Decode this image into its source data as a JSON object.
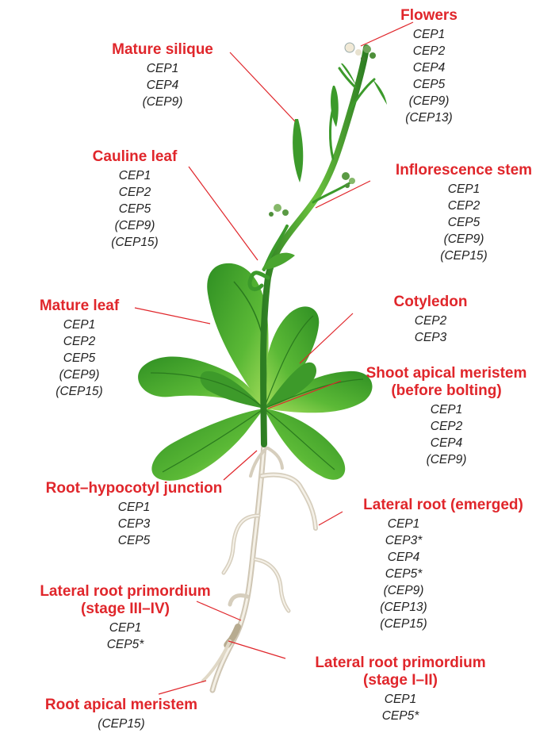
{
  "labels": {
    "flowers": {
      "title": [
        "Flowers"
      ],
      "genes": [
        "CEP1",
        "CEP2",
        "CEP4",
        "CEP5",
        "(CEP9)",
        "(CEP13)"
      ]
    },
    "mature_silique": {
      "title": [
        "Mature silique"
      ],
      "genes": [
        "CEP1",
        "CEP4",
        "(CEP9)"
      ]
    },
    "cauline_leaf": {
      "title": [
        "Cauline leaf"
      ],
      "genes": [
        "CEP1",
        "CEP2",
        "CEP5",
        "(CEP9)",
        "(CEP15)"
      ]
    },
    "inflorescence_stem": {
      "title": [
        "Inflorescence stem"
      ],
      "genes": [
        "CEP1",
        "CEP2",
        "CEP5",
        "(CEP9)",
        "(CEP15)"
      ]
    },
    "mature_leaf": {
      "title": [
        "Mature leaf"
      ],
      "genes": [
        "CEP1",
        "CEP2",
        "CEP5",
        "(CEP9)",
        "(CEP15)"
      ]
    },
    "cotyledon": {
      "title": [
        "Cotyledon"
      ],
      "genes": [
        "CEP2",
        "CEP3"
      ]
    },
    "shoot_apical_meristem": {
      "title": [
        "Shoot apical meristem",
        "(before bolting)"
      ],
      "genes": [
        "CEP1",
        "CEP2",
        "CEP4",
        "(CEP9)"
      ]
    },
    "root_hypocotyl_junction": {
      "title": [
        "Root–hypocotyl junction"
      ],
      "genes": [
        "CEP1",
        "CEP3",
        "CEP5"
      ]
    },
    "lateral_root_emerged": {
      "title": [
        "Lateral root (emerged)"
      ],
      "genes": [
        "CEP1",
        "CEP3*",
        "CEP4",
        "CEP5*",
        "(CEP9)",
        "(CEP13)",
        "(CEP15)"
      ]
    },
    "lateral_root_primordium_iii_iv": {
      "title": [
        "Lateral root primordium",
        "(stage III–IV)"
      ],
      "genes": [
        "CEP1",
        "CEP5*"
      ]
    },
    "lateral_root_primordium_i_ii": {
      "title": [
        "Lateral root primordium",
        "(stage I–II)"
      ],
      "genes": [
        "CEP1",
        "CEP5*"
      ]
    },
    "root_apical_meristem": {
      "title": [
        "Root apical meristem"
      ],
      "genes": [
        "(CEP15)"
      ]
    }
  },
  "colors": {
    "title": "#e0262b",
    "gene": "#222222",
    "leaf_dark": "#2e8a24",
    "leaf_light": "#8fd34a",
    "root": "#d8d0c0",
    "leader_line": "#e0262b"
  }
}
